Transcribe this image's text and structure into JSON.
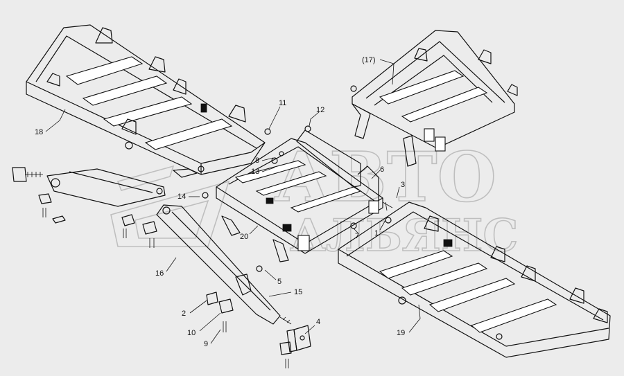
{
  "watermark": {
    "line1": "АВТО",
    "line2": "АЛЬЯНС"
  },
  "callouts": [
    {
      "id": "18",
      "text": "18"
    },
    {
      "id": "17",
      "text": "(17)"
    },
    {
      "id": "11",
      "text": "11"
    },
    {
      "id": "12",
      "text": "12"
    },
    {
      "id": "8",
      "text": "8"
    },
    {
      "id": "13",
      "text": "13"
    },
    {
      "id": "14",
      "text": "14"
    },
    {
      "id": "6",
      "text": "6"
    },
    {
      "id": "3",
      "text": "3"
    },
    {
      "id": "7",
      "text": "7"
    },
    {
      "id": "1",
      "text": "1"
    },
    {
      "id": "20",
      "text": "20"
    },
    {
      "id": "16",
      "text": "16"
    },
    {
      "id": "5",
      "text": "5"
    },
    {
      "id": "15",
      "text": "15"
    },
    {
      "id": "2",
      "text": "2"
    },
    {
      "id": "10",
      "text": "10"
    },
    {
      "id": "9",
      "text": "9"
    },
    {
      "id": "4",
      "text": "4"
    },
    {
      "id": "19",
      "text": "19"
    }
  ]
}
